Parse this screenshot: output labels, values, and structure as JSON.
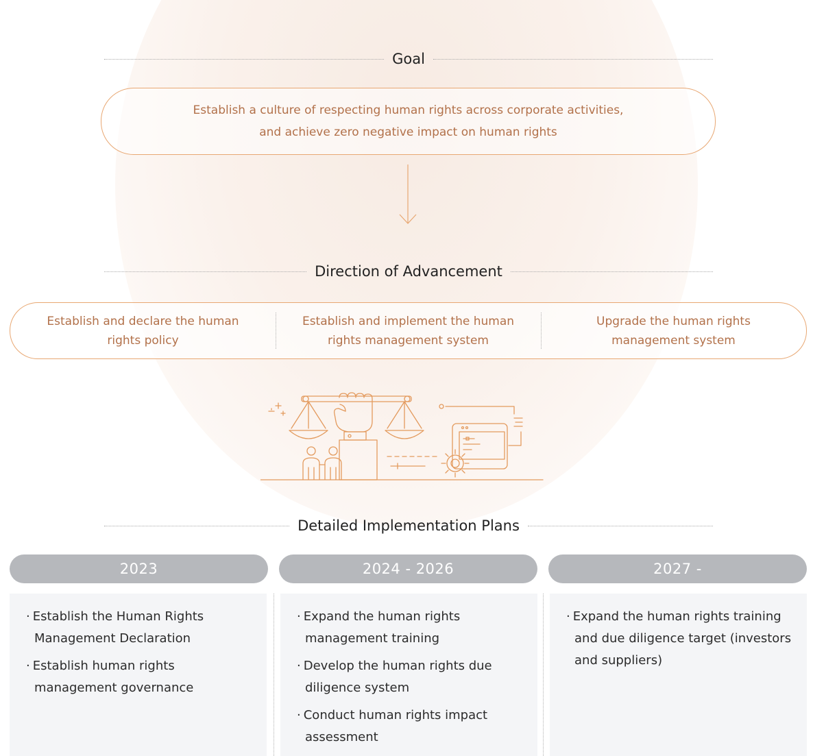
{
  "goal": {
    "heading": "Goal",
    "line1": "Establish a culture of respecting human rights across corporate activities,",
    "line2": "and achieve zero negative impact on human rights"
  },
  "direction": {
    "heading": "Direction of Advancement",
    "items": [
      {
        "line1": "Establish and declare the human",
        "line2": "rights policy"
      },
      {
        "line1": "Establish and implement the human",
        "line2": "rights management system"
      },
      {
        "line1": "Upgrade the human rights",
        "line2": "management system"
      }
    ]
  },
  "plans": {
    "heading": "Detailed Implementation Plans",
    "columns": [
      {
        "year": "2023",
        "items": [
          "Establish the Human Rights Management Declaration",
          "Establish human rights management governance"
        ]
      },
      {
        "year": "2024 - 2026",
        "items": [
          "Expand the human rights management training",
          "Develop the human rights due diligence system",
          "Conduct human rights impact assessment"
        ]
      },
      {
        "year": "2027 -",
        "items": [
          "Expand the human rights training and due diligence target (investors and suppliers)"
        ]
      }
    ]
  },
  "colors": {
    "accent": "#e8a772",
    "accent_text": "#b2714a",
    "year_pill": "#b6b8bc",
    "plan_bg": "#f4f5f7"
  },
  "icons": [
    "scales-of-justice-icon",
    "raised-fist-icon",
    "two-people-icon",
    "computer-window-icon",
    "gear-icon",
    "sparkle-icon"
  ]
}
